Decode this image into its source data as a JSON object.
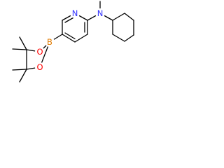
{
  "molecule": {
    "atoms": [
      {
        "id": "methyl_n",
        "label": "",
        "name": "methyl-carbon"
      },
      {
        "id": "N_amine",
        "label": "N",
        "name": "amine-nitrogen"
      },
      {
        "id": "N_ring",
        "label": "N",
        "name": "pyridine-nitrogen"
      },
      {
        "id": "B",
        "label": "B",
        "name": "boron-atom"
      },
      {
        "id": "O_top",
        "label": "O",
        "name": "oxygen-top"
      },
      {
        "id": "O_bottom",
        "label": "O",
        "name": "oxygen-bottom"
      }
    ]
  },
  "colors": {
    "N": "#3333ff",
    "O": "#ff0000",
    "B": "#e07a00",
    "bond": "#000000",
    "background": "#ffffff"
  }
}
